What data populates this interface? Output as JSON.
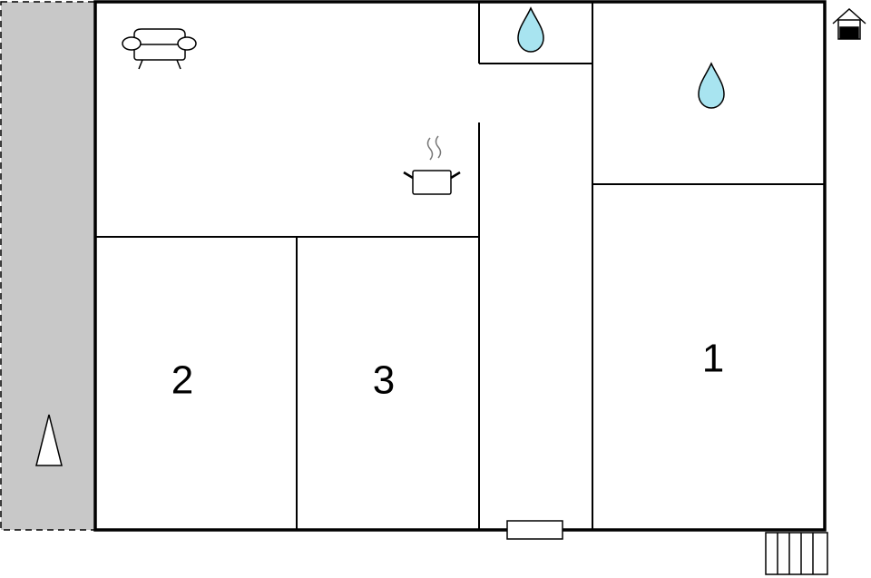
{
  "floorplan": {
    "rooms": [
      {
        "id": "room-1",
        "label": "1"
      },
      {
        "id": "room-2",
        "label": "2"
      },
      {
        "id": "room-3",
        "label": "3"
      }
    ],
    "icons": [
      "armchair-icon",
      "cooking-pot-icon",
      "water-drop-icon",
      "house-icon",
      "north-arrow-icon",
      "stairs-icon",
      "entrance-door-icon"
    ],
    "colors": {
      "wall": "#000000",
      "terrace": "#c8c8c8",
      "water": "#a8e4f0"
    }
  }
}
